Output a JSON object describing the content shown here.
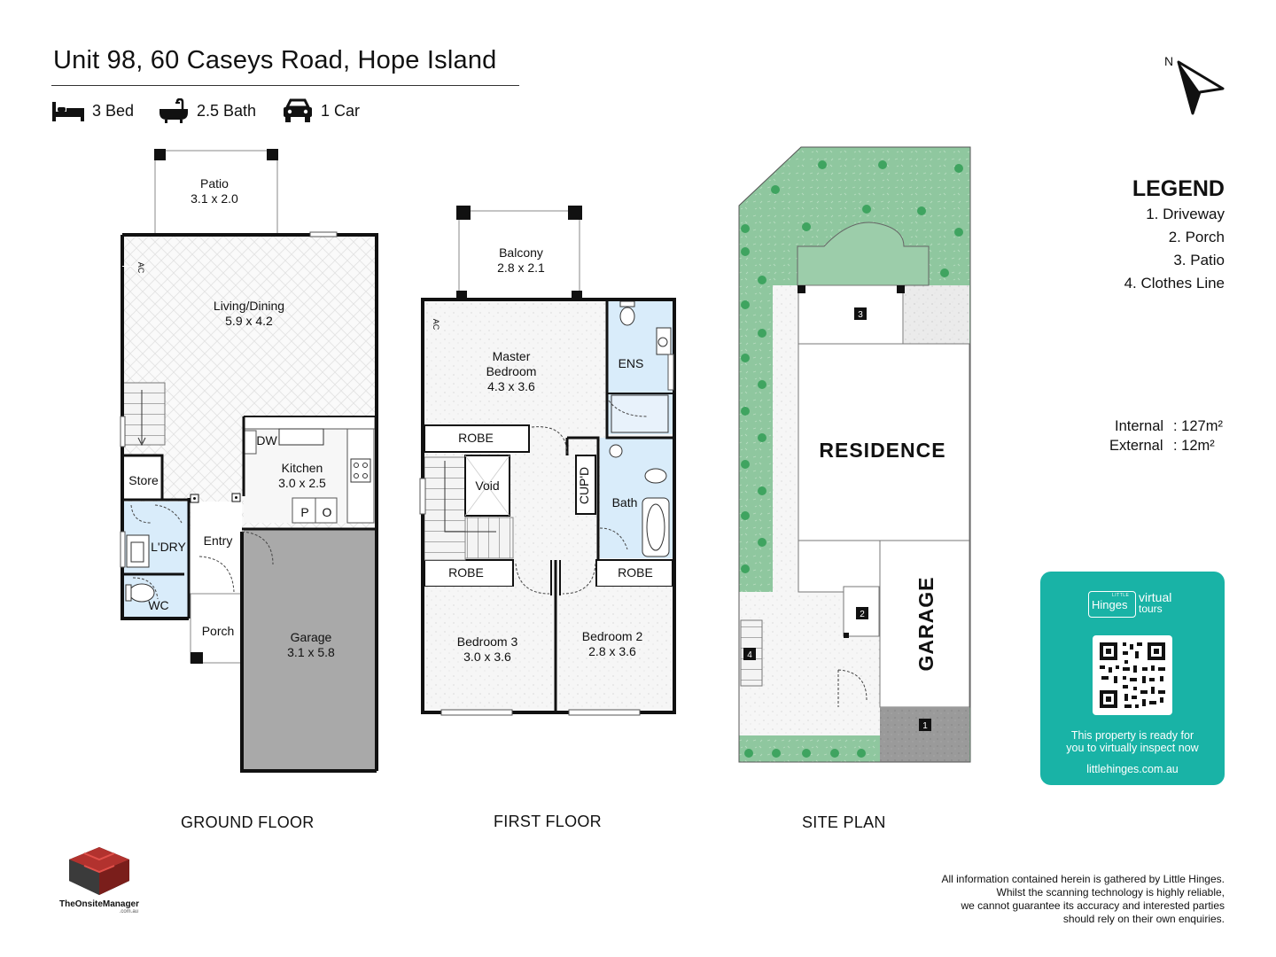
{
  "header": {
    "title": "Unit 98, 60 Caseys Road, Hope Island",
    "features": [
      {
        "icon": "bed-icon",
        "label": "3 Bed"
      },
      {
        "icon": "bath-icon",
        "label": "2.5 Bath"
      },
      {
        "icon": "car-icon",
        "label": "1 Car"
      }
    ]
  },
  "compass": {
    "label": "N"
  },
  "legend": {
    "title": "LEGEND",
    "items": [
      "1. Driveway",
      "2. Porch",
      "3. Patio",
      "4. Clothes Line"
    ]
  },
  "areas": {
    "internal_label": "Internal",
    "internal_value": ": 127m²",
    "external_label": "External",
    "external_value": ":   12m²"
  },
  "ground_floor": {
    "label": "GROUND FLOOR",
    "rooms": {
      "patio": "Patio",
      "patio_dim": "3.1 x 2.0",
      "living": "Living/Dining",
      "living_dim": "5.9 x 4.2",
      "kitchen": "Kitchen",
      "kitchen_dim": "3.0 x 2.5",
      "garage": "Garage",
      "garage_dim": "3.1 x 5.8",
      "store": "Store",
      "laundry": "L'DRY",
      "wc": "WC",
      "entry": "Entry",
      "porch": "Porch",
      "dw": "DW",
      "p": "P",
      "o": "O",
      "ac": "AC"
    }
  },
  "first_floor": {
    "label": "FIRST FLOOR",
    "rooms": {
      "balcony": "Balcony",
      "balcony_dim": "2.8 x 2.1",
      "master": "Master",
      "master2": "Bedroom",
      "master_dim": "4.3 x 3.6",
      "ens": "ENS",
      "robe": "ROBE",
      "void": "Void",
      "cupd": "CUP'D",
      "bath": "Bath",
      "bed3": "Bedroom 3",
      "bed3_dim": "3.0 x 3.6",
      "bed2": "Bedroom 2",
      "bed2_dim": "2.8 x 3.6",
      "ac": "AC"
    }
  },
  "site_plan": {
    "label": "SITE PLAN",
    "residence": "RESIDENCE",
    "garage": "GARAGE",
    "markers": [
      "1",
      "2",
      "3",
      "4"
    ]
  },
  "promo": {
    "brand_small": "Hinges",
    "brand_tag": "LITTLE",
    "brand_word1": "virtual",
    "brand_word2": "tours",
    "line1": "This property is ready for",
    "line2": "you to virtually inspect now",
    "url": "littlehinges.com.au"
  },
  "logo": {
    "name": "TheOnsiteManager",
    "sub": ".com.au"
  },
  "disclaimer": [
    "All information contained herein is gathered by Little Hinges.",
    "Whilst the scanning technology is highly reliable,",
    "we cannot guarantee its accuracy and interested parties",
    "should rely on their own enquiries."
  ],
  "colors": {
    "accent": "#19b3a6",
    "garden": "#8fc79f",
    "bathroom": "#d9ecfa",
    "garage": "#a9a9a9"
  }
}
